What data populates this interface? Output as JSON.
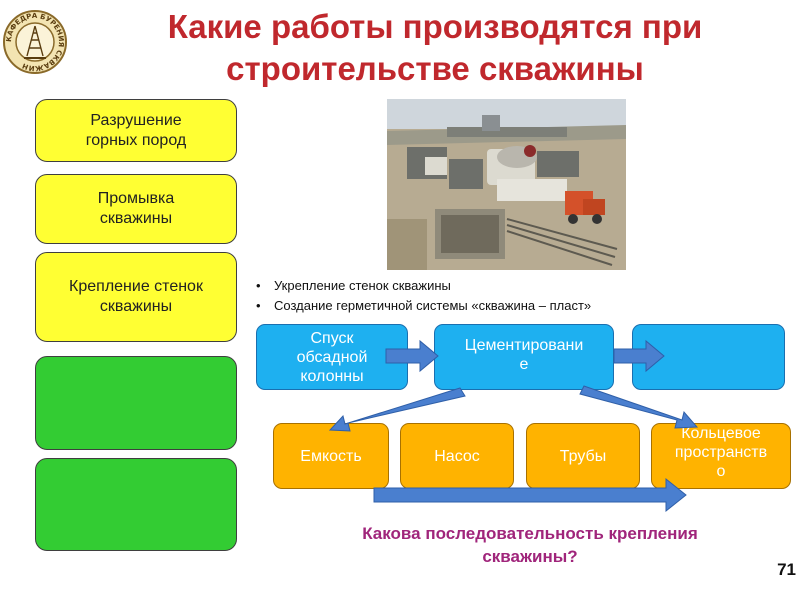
{
  "logo": {
    "ring_text": "КАФЕДРА БУРЕНИЯ СКВАЖИН"
  },
  "title": {
    "line1": "Какие работы производятся при",
    "line2": "строительстве скважины"
  },
  "stages": [
    {
      "line1": "Разрушение",
      "line2": "горных пород"
    },
    {
      "line1": "Промывка",
      "line2": "скважины"
    },
    {
      "line1": "Крепление стенок",
      "line2": "скважины"
    },
    {
      "line1": "",
      "line2": ""
    },
    {
      "line1": "",
      "line2": ""
    }
  ],
  "bullets": [
    "Укрепление стенок скважины",
    "Создание герметичной системы «скважина – пласт»"
  ],
  "process": {
    "casing": {
      "line1": "Спуск",
      "line2": "обсадной",
      "line3": "колонны"
    },
    "cement": {
      "line1": "Цементировани",
      "line2": "е"
    },
    "third": ""
  },
  "items": {
    "tank": "Емкость",
    "pump": "Насос",
    "pipes": "Трубы",
    "annulus": {
      "line1": "Кольцевое",
      "line2": "пространств",
      "line3": "о"
    }
  },
  "question": {
    "line1": "Какова последовательность крепления",
    "line2": "скважины?"
  },
  "page_number": "71",
  "colors": {
    "title": "#c0282d",
    "stage_yellow": "#ffff33",
    "stage_green": "#33cc33",
    "process_blue": "#1eb0f0",
    "item_orange": "#ffb300",
    "arrow_blue": "#4a7fcf",
    "question": "#a0257b"
  }
}
